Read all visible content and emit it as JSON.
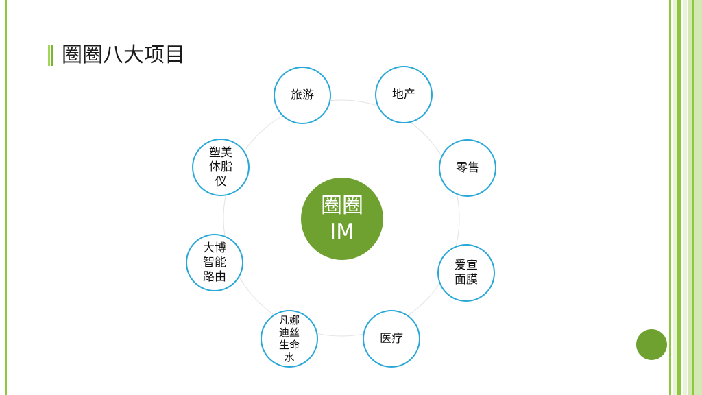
{
  "slide": {
    "title": "圈圈八大项目"
  },
  "hub": {
    "line1": "圈圈",
    "line2": "IM"
  },
  "nodes": [
    {
      "id": "lvyou",
      "label": "旅游"
    },
    {
      "id": "dichan",
      "label": "地产"
    },
    {
      "id": "lingshou",
      "label": "零售"
    },
    {
      "id": "aixuan",
      "label": "爱宣面膜"
    },
    {
      "id": "yiliao",
      "label": "医疗"
    },
    {
      "id": "fannasi",
      "label": "凡娜迪丝生命水"
    },
    {
      "id": "dabo",
      "label": "大博智能路由"
    },
    {
      "id": "suimei",
      "label": "塑美体脂仪"
    }
  ],
  "colors": {
    "accent_green": "#6ea12f",
    "frame_green": "#8dc63f",
    "node_border_blue": "#29a8d8"
  }
}
